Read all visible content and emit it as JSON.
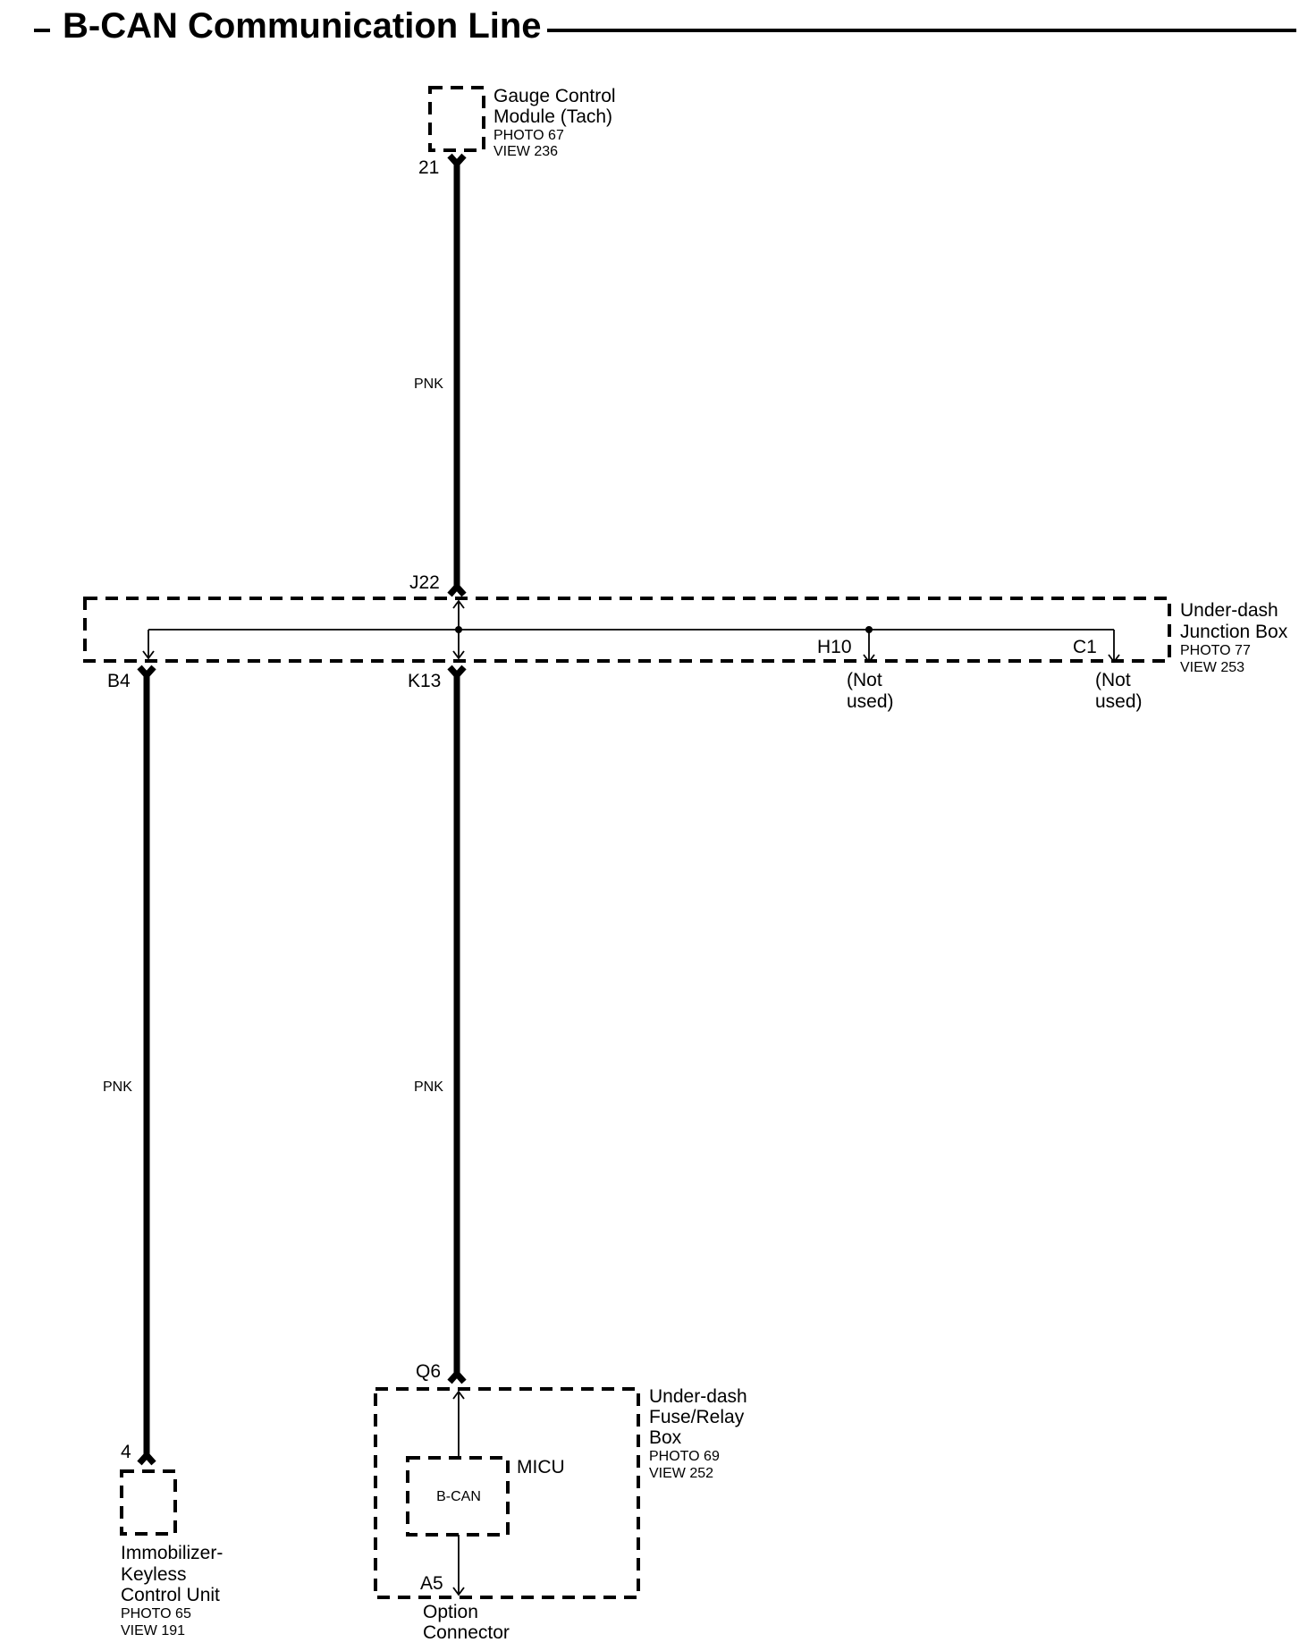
{
  "title": "B-CAN Communication Line",
  "components": {
    "gauge": {
      "name1": "Gauge Control",
      "name2": "Module (Tach)",
      "photo": "PHOTO 67",
      "view": "VIEW 236",
      "pin": "21"
    },
    "junction": {
      "name1": "Under-dash",
      "name2": "Junction Box",
      "photo": "PHOTO 77",
      "view": "VIEW 253",
      "pin_top": "J22",
      "pin_left": "B4",
      "pin_mid": "K13",
      "pin_h10": "H10",
      "pin_c1": "C1",
      "h10_note1": "(Not",
      "h10_note2": "used)",
      "c1_note1": "(Not",
      "c1_note2": "used)"
    },
    "fuse": {
      "name1": "Under-dash",
      "name2": "Fuse/Relay",
      "name3": "Box",
      "photo": "PHOTO 69",
      "view": "VIEW 252",
      "pin_top": "Q6",
      "pin_bottom": "A5",
      "micu": "MICU",
      "bcan": "B-CAN"
    },
    "immob": {
      "name1": "Immobilizer-",
      "name2": "Keyless",
      "name3": "Control Unit",
      "photo": "PHOTO 65",
      "view": "VIEW 191",
      "pin": "4"
    },
    "option": {
      "name1": "Option",
      "name2": "Connector"
    }
  },
  "wires": {
    "top": "PNK",
    "left": "PNK",
    "mid": "PNK"
  }
}
